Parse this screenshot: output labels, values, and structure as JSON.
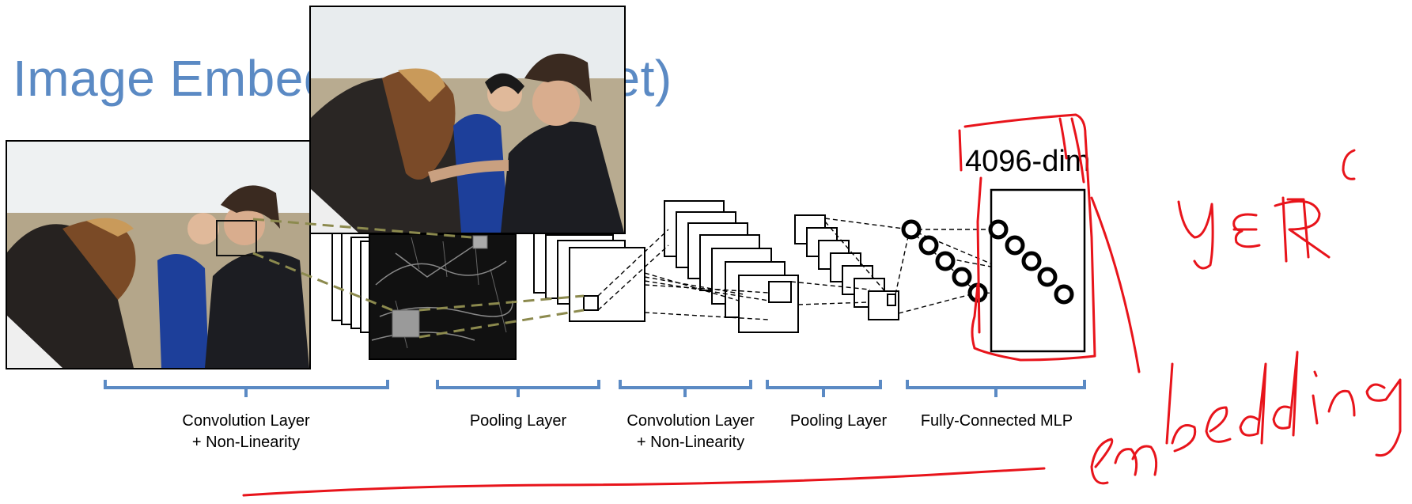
{
  "slide": {
    "title": "Image Embedding (VGGNet)",
    "dimension_label": "4096-dim"
  },
  "layers": [
    {
      "line1": "Convolution Layer",
      "line2": "+ Non-Linearity"
    },
    {
      "line1": "Pooling Layer",
      "line2": ""
    },
    {
      "line1": "Convolution Layer",
      "line2": "+ Non-Linearity"
    },
    {
      "line1": "Pooling Layer",
      "line2": ""
    },
    {
      "line1": "Fully-Connected MLP",
      "line2": ""
    }
  ],
  "annotations": {
    "math": "y ∈ ℝ^C",
    "handwritten_word": "embedding"
  },
  "colors": {
    "title": "#5b8ac4",
    "bracket": "#5b8ac4",
    "ink": "#e8141b",
    "projection_line": "#8c8a4e"
  }
}
